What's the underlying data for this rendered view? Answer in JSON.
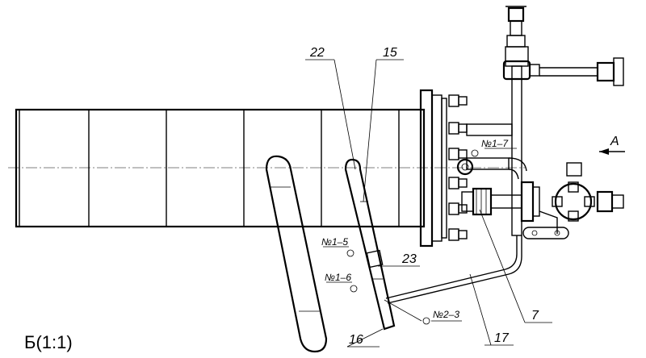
{
  "view_label": "Б(1:1)",
  "direction_label": "A",
  "callouts": {
    "c22": "22",
    "c15": "15",
    "c23": "23",
    "c16": "16",
    "c17": "17",
    "c7": "7"
  },
  "points": {
    "p1_7": "№1–7",
    "p1_5": "№1–5",
    "p1_6": "№1–6",
    "p2_3": "№2–3"
  }
}
